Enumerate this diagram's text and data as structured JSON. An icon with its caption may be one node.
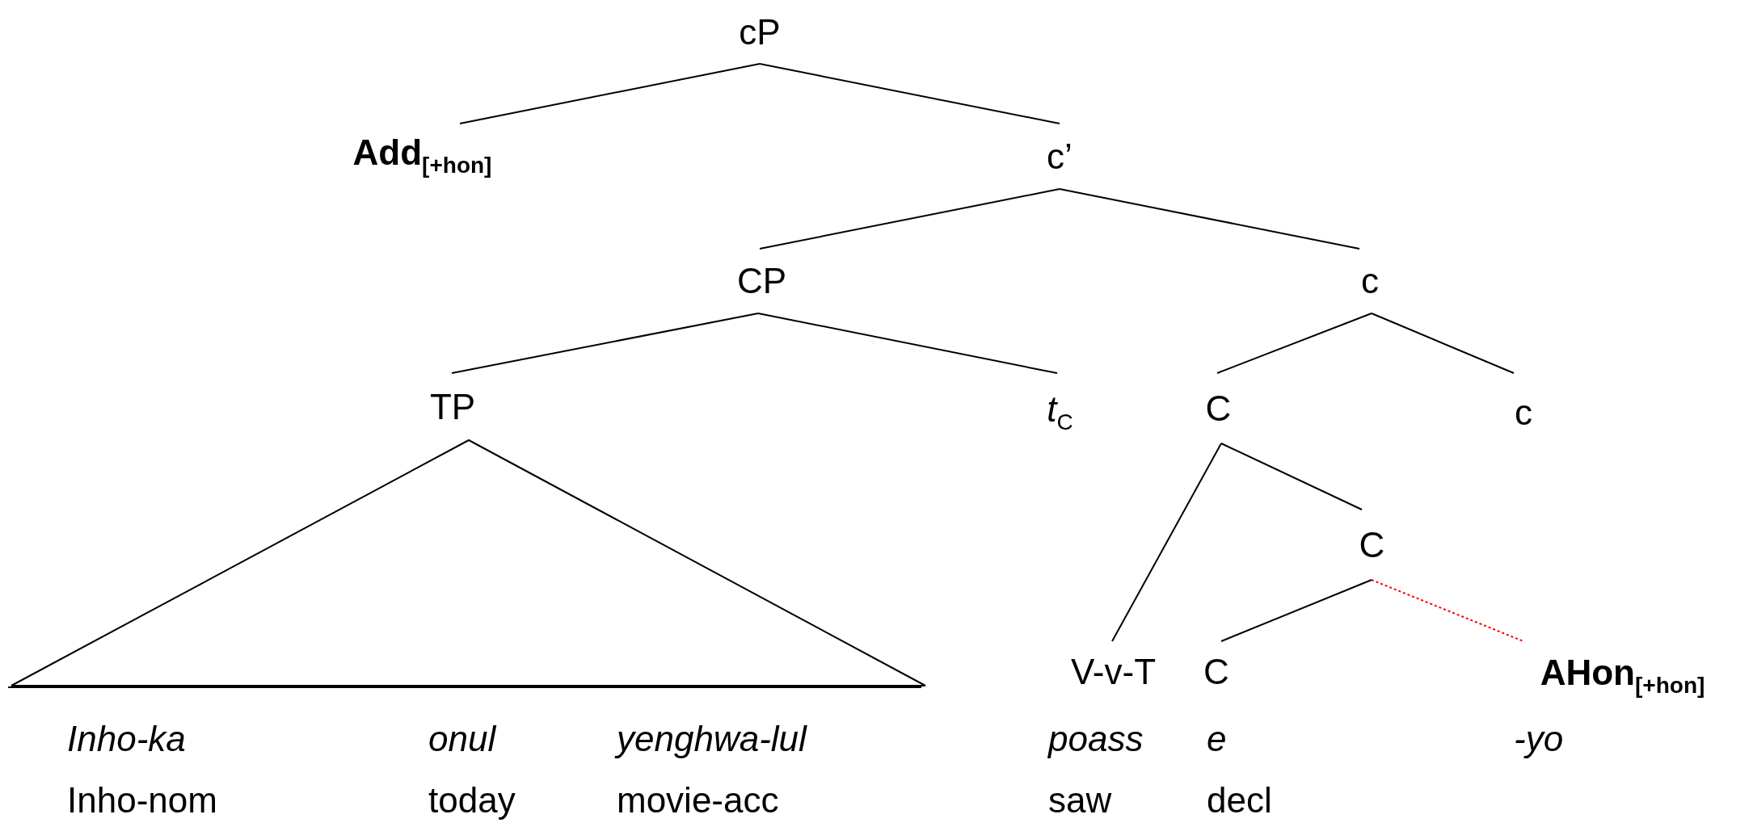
{
  "diagram": {
    "nodes": [
      {
        "text": [
          "cP"
        ]
      },
      {
        "text": [
          "Add$_{[+hon]}$"
        ]
      },
      {
        "text": [
          "c’"
        ]
      },
      {
        "text": [
          "CP"
        ]
      },
      {
        "text": [
          "c"
        ]
      },
      {
        "text": [
          "TP"
        ]
      },
      {
        "text": [
          "*t*$_{C}$"
        ]
      },
      {
        "text": [
          "C"
        ]
      },
      {
        "text": [
          "c"
        ]
      },
      {
        "text": [
          "C"
        ]
      },
      {
        "text": [
          "V-v-T"
        ]
      },
      {
        "text": [
          "C"
        ]
      },
      {
        "text": [
          "AHon$_{[+hon]}$"
        ]
      }
    ],
    "edges": [
      {
        "from": 0,
        "to": 1,
        "arrow": "none"
      },
      {
        "from": 0,
        "to": 2,
        "arrow": "none"
      },
      {
        "from": 2,
        "to": 3,
        "arrow": "none"
      },
      {
        "from": 2,
        "to": 4,
        "arrow": "none"
      },
      {
        "from": 3,
        "to": 5,
        "arrow": "none"
      },
      {
        "from": 3,
        "to": 6,
        "arrow": "none"
      },
      {
        "from": 4,
        "to": 7,
        "arrow": "none"
      },
      {
        "from": 4,
        "to": 8,
        "arrow": "none"
      },
      {
        "from": 7,
        "to": 10,
        "arrow": "none"
      },
      {
        "from": 7,
        "to": 9,
        "arrow": "none"
      },
      {
        "from": 9,
        "to": 11,
        "arrow": "none"
      },
      {
        "from": 9,
        "to": 12,
        "arrow": "none",
        "style": "dashed",
        "color": "#ff0000"
      }
    ],
    "labels": [
      "Inho-ka",
      "onul",
      "yenghwa-lul",
      "poass",
      "e",
      "-yo",
      "Inho-nom",
      "today",
      "movie-acc",
      "saw",
      "decl"
    ]
  }
}
